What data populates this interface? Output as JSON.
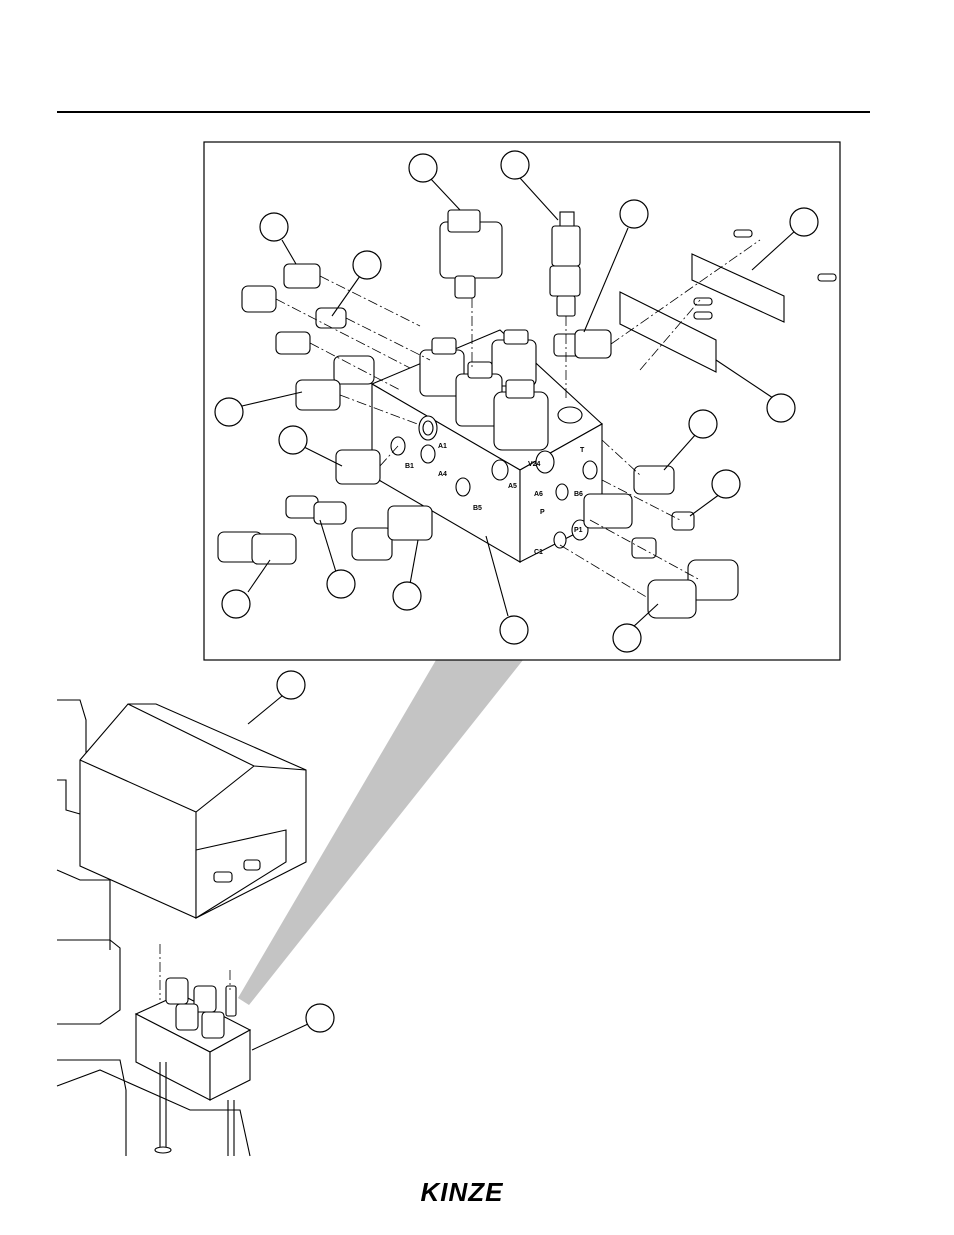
{
  "diagram": {
    "port_labels": [
      "A1",
      "B1",
      "A4",
      "B5",
      "A5",
      "A6",
      "B6",
      "P",
      "P1",
      "C1",
      "T",
      "V24"
    ]
  },
  "footer": {
    "logo_text": "KINZE",
    "logo_color": "#000000"
  },
  "colors": {
    "line": "#000000",
    "zoom_wedge": "#c4c4c4",
    "background": "#ffffff"
  }
}
